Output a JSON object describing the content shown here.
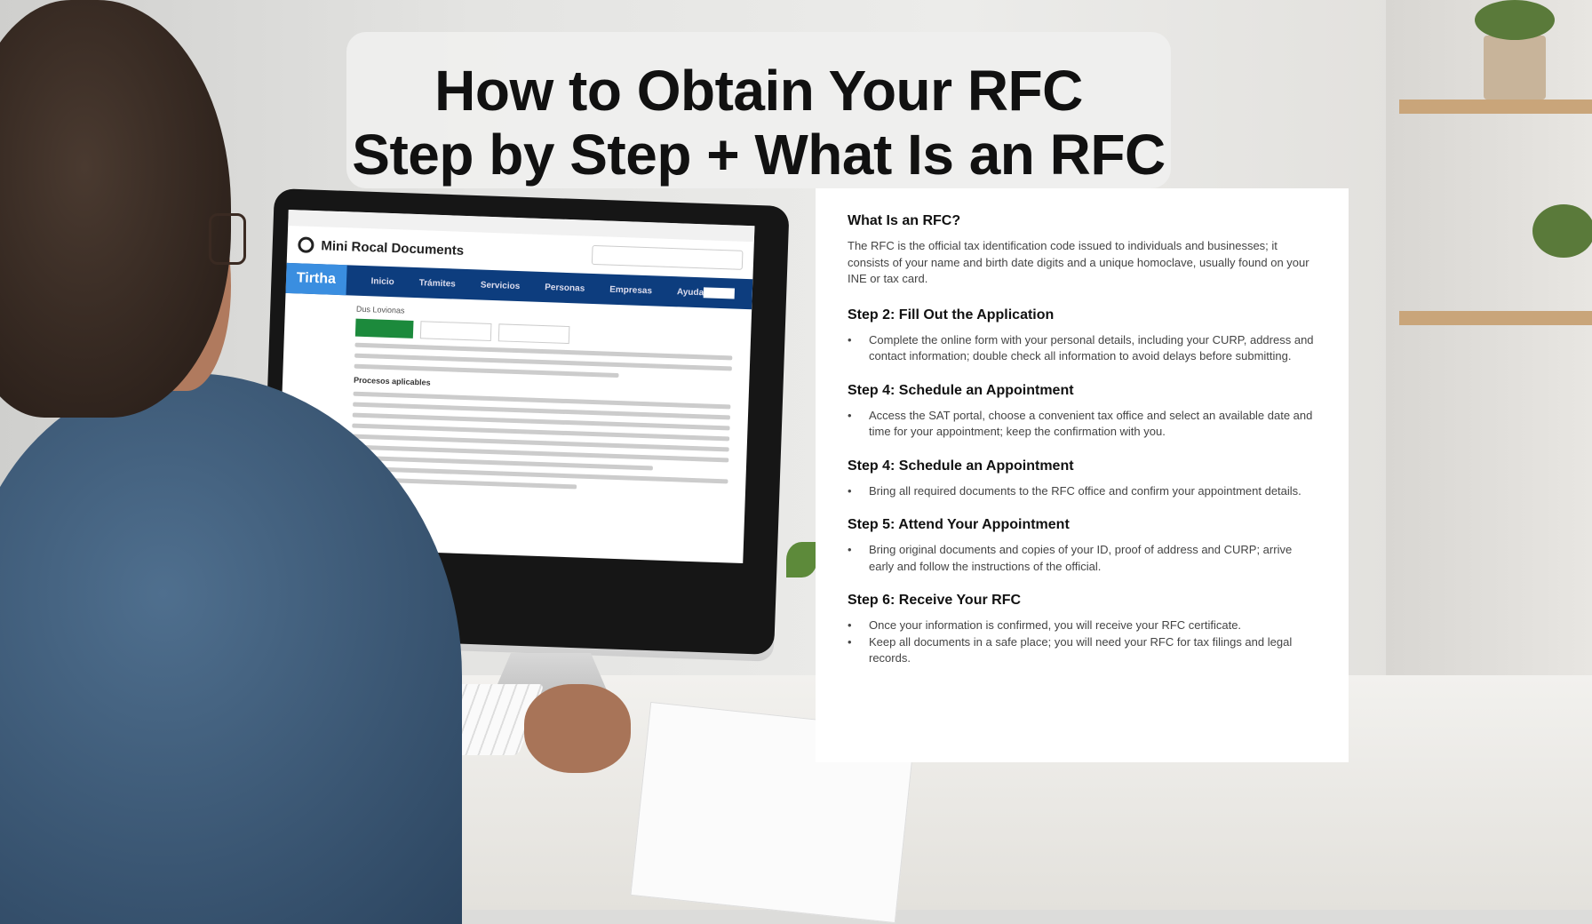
{
  "title": {
    "line1": "How to Obtain Your RFC",
    "line2": "Step by Step + What Is an RFC"
  },
  "monitor_screen": {
    "site_title": "Mini Rocal Documents",
    "brand": "Tirtha",
    "nav_items": [
      "Inicio",
      "Trámites",
      "Servicios",
      "Personas",
      "Empresas",
      "Ayuda"
    ],
    "section_label": "Dus Lovionas",
    "subheading": "Procesos aplicables"
  },
  "panel": {
    "intro": {
      "heading": "What Is an RFC?",
      "text": "The RFC is the official tax identification code issued to individuals and businesses; it consists of your name and birth date digits and a unique homoclave, usually found on your INE or tax card."
    },
    "sections": [
      {
        "heading": "Step 2: Fill Out the Application",
        "bullets": [
          "Complete the online form with your personal details, including your CURP, address and contact information; double check all information to avoid delays before submitting."
        ]
      },
      {
        "heading": "Step 4: Schedule an Appointment",
        "bullets": [
          "Access the SAT portal, choose a convenient tax office and select an available date and time for your appointment; keep the confirmation with you."
        ]
      },
      {
        "heading": "Step 4: Schedule an Appointment",
        "bullets": [
          "Bring all required documents to the RFC office and confirm your appointment details."
        ]
      },
      {
        "heading": "Step 5: Attend Your Appointment",
        "bullets": [
          "Bring original documents and copies of your ID, proof of address and CURP; arrive early and follow the instructions of the official."
        ]
      },
      {
        "heading": "Step 6: Receive Your RFC",
        "bullets": [
          "Once your information is confirmed, you will receive your RFC certificate.",
          "Keep all documents in a safe place; you will need your RFC for tax filings and legal records."
        ]
      }
    ]
  }
}
